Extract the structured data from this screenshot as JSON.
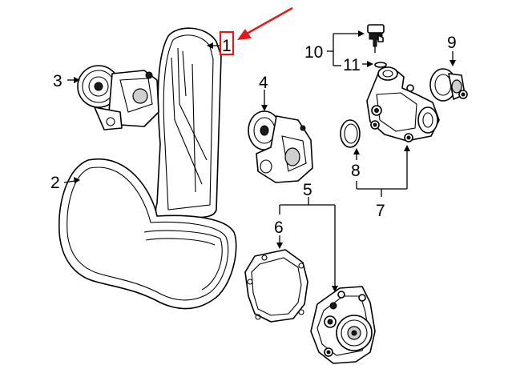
{
  "callouts": {
    "c1": "1",
    "c2": "2",
    "c3": "3",
    "c4": "4",
    "c5": "5",
    "c6": "6",
    "c7": "7",
    "c8": "8",
    "c9": "9",
    "c10": "10",
    "c11": "11"
  },
  "highlight": {
    "callout": "1",
    "box_color": "#e01b1b",
    "arrow_color": "#e01b1b"
  }
}
